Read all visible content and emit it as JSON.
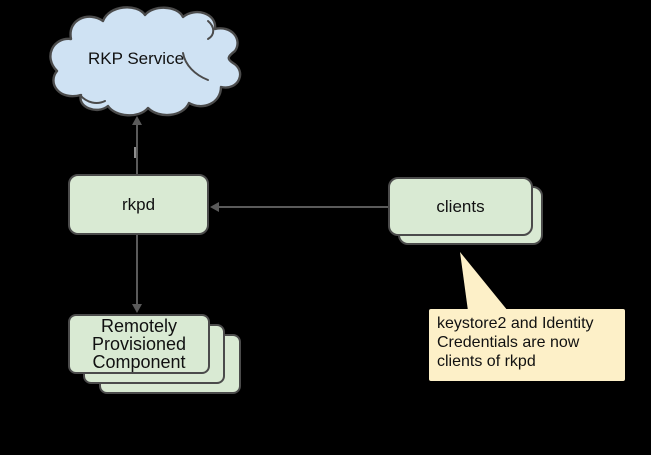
{
  "diagram": {
    "background_color": "#000000",
    "stroke_color": "#4b4b4b",
    "connector_color": "#5a5a5a",
    "text_color": "#111111",
    "nodes": {
      "rkp_service": {
        "label": "RKP Service",
        "shape": "cloud",
        "fill": "#cfe2f3"
      },
      "rkpd": {
        "label": "rkpd",
        "shape": "rounded-rectangle",
        "fill": "#d9ead3"
      },
      "clients": {
        "label": "clients",
        "shape": "stacked-rounded-rectangle",
        "stack_count": 2,
        "fill": "#d9ead3"
      },
      "remotely_provisioned_component": {
        "label": "Remotely Provisioned Component",
        "lines": [
          "Remotely",
          "Provisioned",
          "Component"
        ],
        "shape": "stacked-rounded-rectangle",
        "stack_count": 3,
        "fill": "#d9ead3"
      }
    },
    "connectors": [
      {
        "from": "rkpd",
        "to": "rkp_service",
        "direction": "up"
      },
      {
        "from": "rkpd",
        "to": "remotely_provisioned_component",
        "direction": "down"
      },
      {
        "from": "clients",
        "to": "rkpd",
        "direction": "left"
      }
    ],
    "callout": {
      "fill": "#fdf0c8",
      "points_to": "clients",
      "lines": [
        "keystore2 and Identity",
        "Credentials are now",
        "clients of rkpd"
      ],
      "text": "keystore2 and Identity Credentials are now clients of rkpd"
    }
  }
}
